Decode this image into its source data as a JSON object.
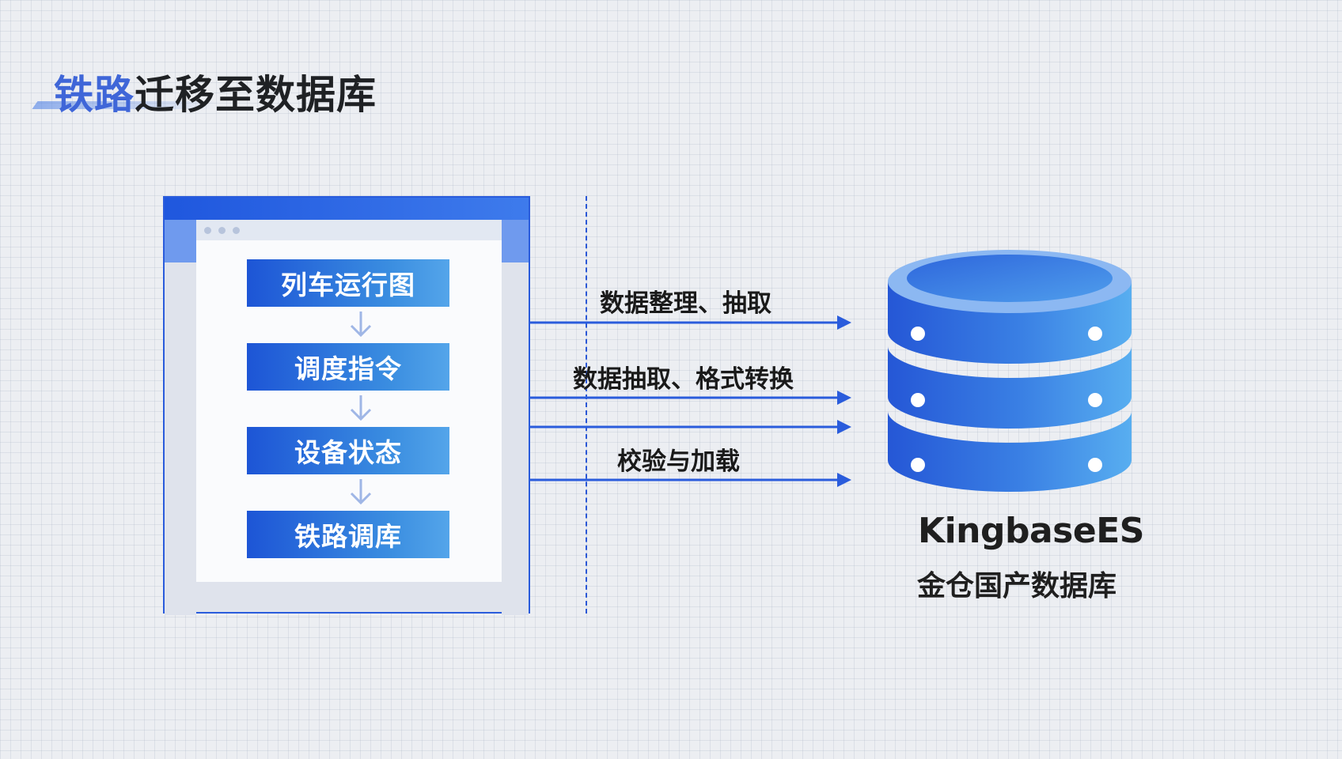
{
  "title": {
    "highlight": "铁路",
    "rest": "迁移至数据库"
  },
  "steps": [
    "列车运行图",
    "调度指令",
    "设备状态",
    "铁路调库"
  ],
  "arrows": {
    "label_1": "数据整理、抽取",
    "label_2": "数据抽取、格式转换",
    "label_3": "校验与加载"
  },
  "database": {
    "name": "KingbaseES",
    "subtitle": "金仓国产数据库"
  },
  "colors": {
    "primary": "#2a5cdc",
    "accent": "#4a8fe6",
    "background": "#eceef2"
  }
}
